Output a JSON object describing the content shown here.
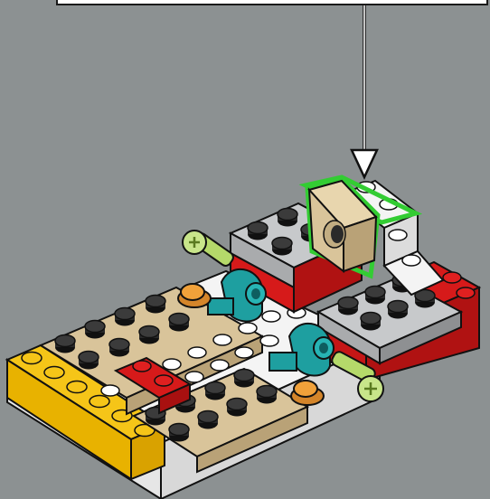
{
  "scene": {
    "description_label": "",
    "colors": {
      "background": "#8c9192",
      "outline": "#111111",
      "highlight": "#33cc33",
      "tan": "#d9c49a",
      "tan_dark": "#b9a277",
      "yellow": "#f5c518",
      "red": "#d61a1a",
      "white": "#f4f4f4",
      "light_gray": "#c7c9cb",
      "dark_gray": "#8e9092",
      "black": "#222222",
      "teal": "#1e9fa0",
      "orange": "#f0a13a",
      "lime": "#b5d96a"
    },
    "icons": [
      "callout-box",
      "arrow-down-icon",
      "tan-tile-with-hole",
      "axle-connector",
      "bush",
      "hinge-bracket"
    ]
  }
}
